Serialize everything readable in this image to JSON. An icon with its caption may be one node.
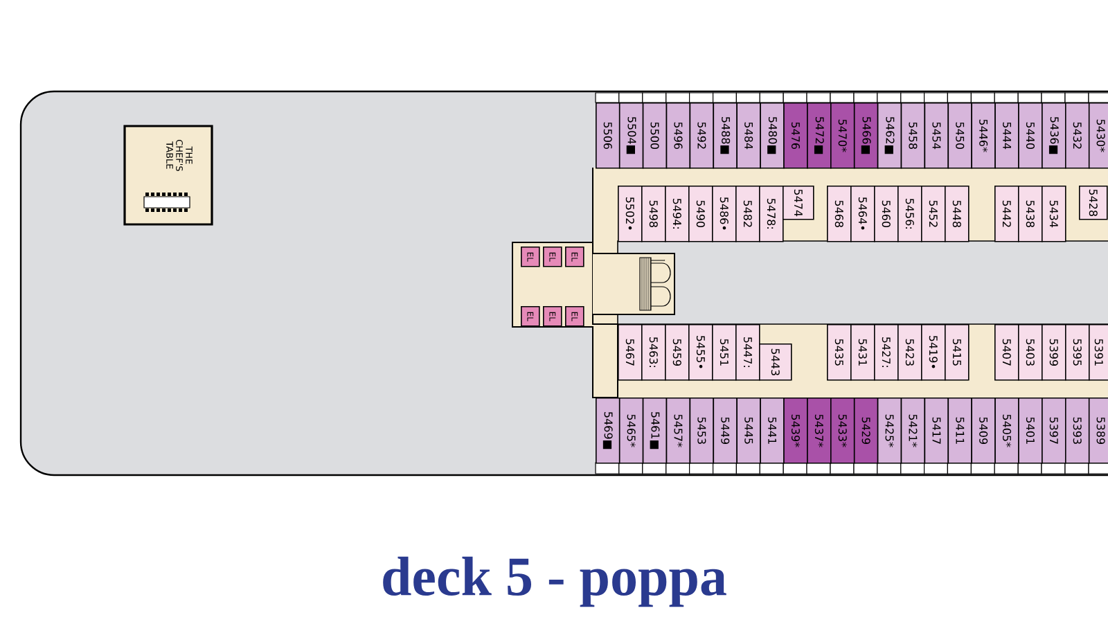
{
  "diagram": {
    "title": "deck 5 - poppa",
    "nodes": [
      {
        "text": [
          "THE CHEF'S TABLE"
        ]
      },
      {
        "text": [
          "EL"
        ]
      },
      {
        "text": [
          "EL"
        ]
      },
      {
        "text": [
          "EL"
        ]
      },
      {
        "text": [
          "EL"
        ]
      },
      {
        "text": [
          "EL"
        ]
      },
      {
        "text": [
          "EL"
        ]
      },
      {
        "text": [
          "5506"
        ]
      },
      {
        "text": [
          "5504■"
        ]
      },
      {
        "text": [
          "5500"
        ]
      },
      {
        "text": [
          "5496"
        ]
      },
      {
        "text": [
          "5492"
        ]
      },
      {
        "text": [
          "5488■"
        ]
      },
      {
        "text": [
          "5484"
        ]
      },
      {
        "text": [
          "5480■"
        ]
      },
      {
        "text": [
          "5476"
        ]
      },
      {
        "text": [
          "5472■"
        ]
      },
      {
        "text": [
          "5470*"
        ]
      },
      {
        "text": [
          "5466■"
        ]
      },
      {
        "text": [
          "5462■"
        ]
      },
      {
        "text": [
          "5458"
        ]
      },
      {
        "text": [
          "5454"
        ]
      },
      {
        "text": [
          "5450"
        ]
      },
      {
        "text": [
          "5446*"
        ]
      },
      {
        "text": [
          "5444"
        ]
      },
      {
        "text": [
          "5440"
        ]
      },
      {
        "text": [
          "5436■"
        ]
      },
      {
        "text": [
          "5432"
        ]
      },
      {
        "text": [
          "5430*"
        ]
      },
      {
        "text": [
          "5502•"
        ]
      },
      {
        "text": [
          "5498"
        ]
      },
      {
        "text": [
          "5494:"
        ]
      },
      {
        "text": [
          "5490"
        ]
      },
      {
        "text": [
          "5486•"
        ]
      },
      {
        "text": [
          "5482"
        ]
      },
      {
        "text": [
          "5478:"
        ]
      },
      {
        "text": [
          "5474"
        ]
      },
      {
        "text": [
          "5468"
        ]
      },
      {
        "text": [
          "5464•"
        ]
      },
      {
        "text": [
          "5460"
        ]
      },
      {
        "text": [
          "5456:"
        ]
      },
      {
        "text": [
          "5452"
        ]
      },
      {
        "text": [
          "5448"
        ]
      },
      {
        "text": [
          "5442"
        ]
      },
      {
        "text": [
          "5438"
        ]
      },
      {
        "text": [
          "5434"
        ]
      },
      {
        "text": [
          "5428"
        ]
      },
      {
        "text": [
          "5467"
        ]
      },
      {
        "text": [
          "5463:"
        ]
      },
      {
        "text": [
          "5459"
        ]
      },
      {
        "text": [
          "5455•"
        ]
      },
      {
        "text": [
          "5451"
        ]
      },
      {
        "text": [
          "5447:"
        ]
      },
      {
        "text": [
          "5443"
        ]
      },
      {
        "text": [
          "5435"
        ]
      },
      {
        "text": [
          "5431"
        ]
      },
      {
        "text": [
          "5427:"
        ]
      },
      {
        "text": [
          "5423"
        ]
      },
      {
        "text": [
          "5419•"
        ]
      },
      {
        "text": [
          "5415"
        ]
      },
      {
        "text": [
          "5407"
        ]
      },
      {
        "text": [
          "5403"
        ]
      },
      {
        "text": [
          "5399"
        ]
      },
      {
        "text": [
          "5395"
        ]
      },
      {
        "text": [
          "5391"
        ]
      },
      {
        "text": [
          "5469■"
        ]
      },
      {
        "text": [
          "5465*"
        ]
      },
      {
        "text": [
          "5461■"
        ]
      },
      {
        "text": [
          "5457*"
        ]
      },
      {
        "text": [
          "5453"
        ]
      },
      {
        "text": [
          "5449"
        ]
      },
      {
        "text": [
          "5445"
        ]
      },
      {
        "text": [
          "5441"
        ]
      },
      {
        "text": [
          "5439*"
        ]
      },
      {
        "text": [
          "5437*"
        ]
      },
      {
        "text": [
          "5433*"
        ]
      },
      {
        "text": [
          "5429"
        ]
      },
      {
        "text": [
          "5425*"
        ]
      },
      {
        "text": [
          "5421*"
        ]
      },
      {
        "text": [
          "5417"
        ]
      },
      {
        "text": [
          "5411"
        ]
      },
      {
        "text": [
          "5409"
        ]
      },
      {
        "text": [
          "5405*"
        ]
      },
      {
        "text": [
          "5401"
        ]
      },
      {
        "text": [
          "5397"
        ]
      },
      {
        "text": [
          "5393"
        ]
      },
      {
        "text": [
          "5389"
        ]
      }
    ]
  }
}
